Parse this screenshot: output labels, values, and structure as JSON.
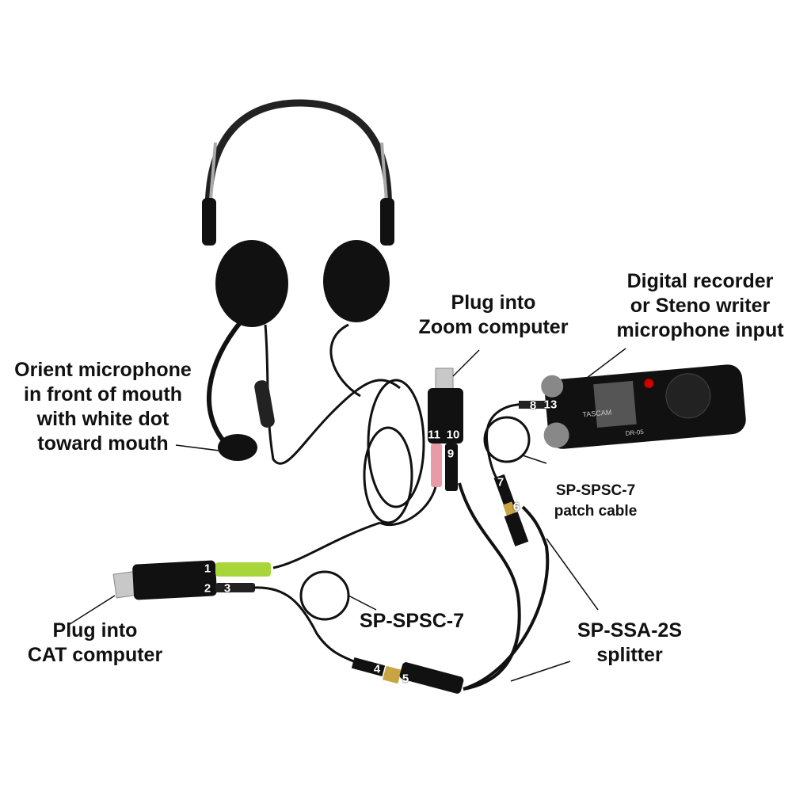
{
  "labels": {
    "mic_orient": [
      "Orient microphone",
      "in front of mouth",
      "with white dot",
      "toward mouth"
    ],
    "zoom_plug": [
      "Plug into",
      "Zoom computer"
    ],
    "recorder": [
      "Digital recorder",
      "or Steno writer",
      "microphone input"
    ],
    "patch_cable": [
      "SP-SPSC-7",
      "patch cable"
    ],
    "cat_plug": [
      "Plug into",
      "CAT computer"
    ],
    "spsc_cable": [
      "SP-SPSC-7"
    ],
    "splitter": [
      "SP-SSA-2S",
      "splitter"
    ]
  },
  "connector_numbers": [
    "1",
    "2",
    "3",
    "4",
    "5",
    "6",
    "7",
    "8",
    "9",
    "10",
    "11",
    "13"
  ],
  "device_text": {
    "recorder_brand": "TASCAM",
    "recorder_model": "DR-05"
  },
  "colors": {
    "cable": "#111111",
    "green_plug": "#a8d63a",
    "pink_plug": "#e89aa6",
    "gold": "#c9a443"
  }
}
